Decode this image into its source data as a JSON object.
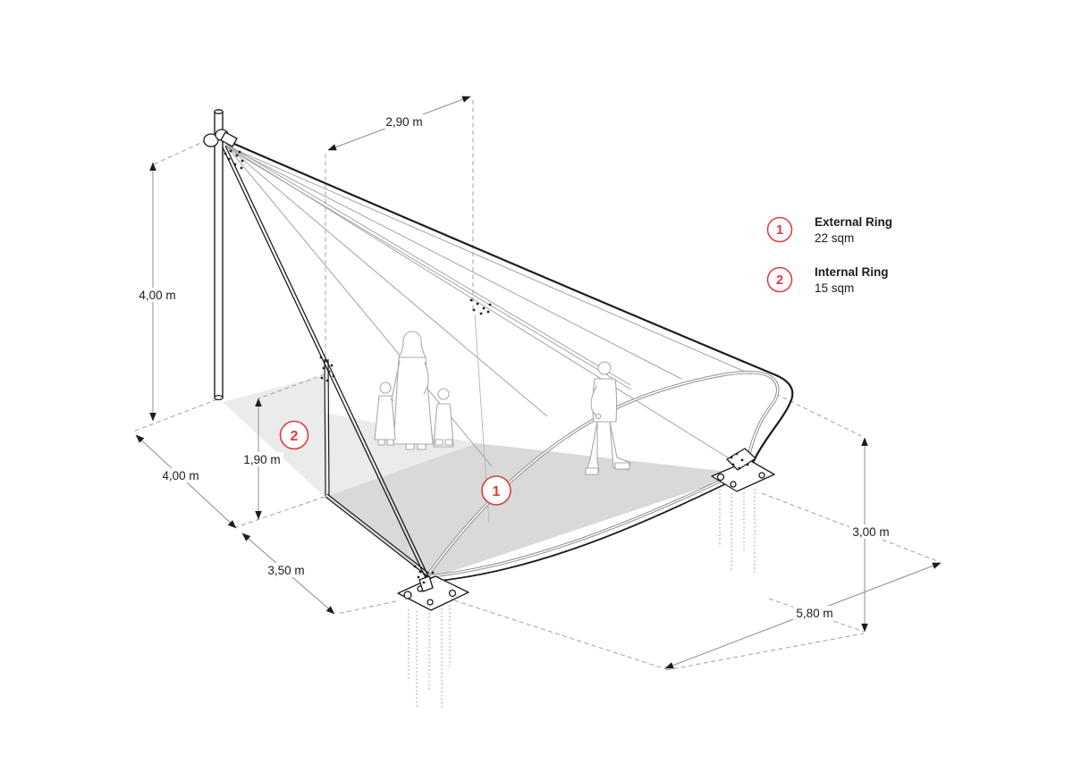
{
  "figure": {
    "type": "axonometric construction diagram",
    "subject": "Cable-stayed fabric shade canopy with mast, internal ring and ground-anchored external ring"
  },
  "colors": {
    "accent_red": "#e0393e",
    "line_black": "#1d1d1b",
    "line_gray": "#a3a3a3",
    "dash_gray": "#a0a0a0",
    "floor_medium": "#d9d9d9",
    "floor_light": "#ebebeb"
  },
  "dimensions": {
    "top_span": "2,90 m",
    "mast_height": "4,00 m",
    "ground_back_edge": "4,00 m",
    "inner_edge_height": "1,90 m",
    "ground_front_edge": "3,50 m",
    "ring_end_height": "3,00 m",
    "ground_right_edge": "5,80 m"
  },
  "markers": {
    "external_ring": "1",
    "internal_ring": "2"
  },
  "legend": {
    "items": [
      {
        "marker": "1",
        "title": "External Ring",
        "area": "22 sqm"
      },
      {
        "marker": "2",
        "title": "Internal Ring",
        "area": "15 sqm"
      }
    ]
  }
}
